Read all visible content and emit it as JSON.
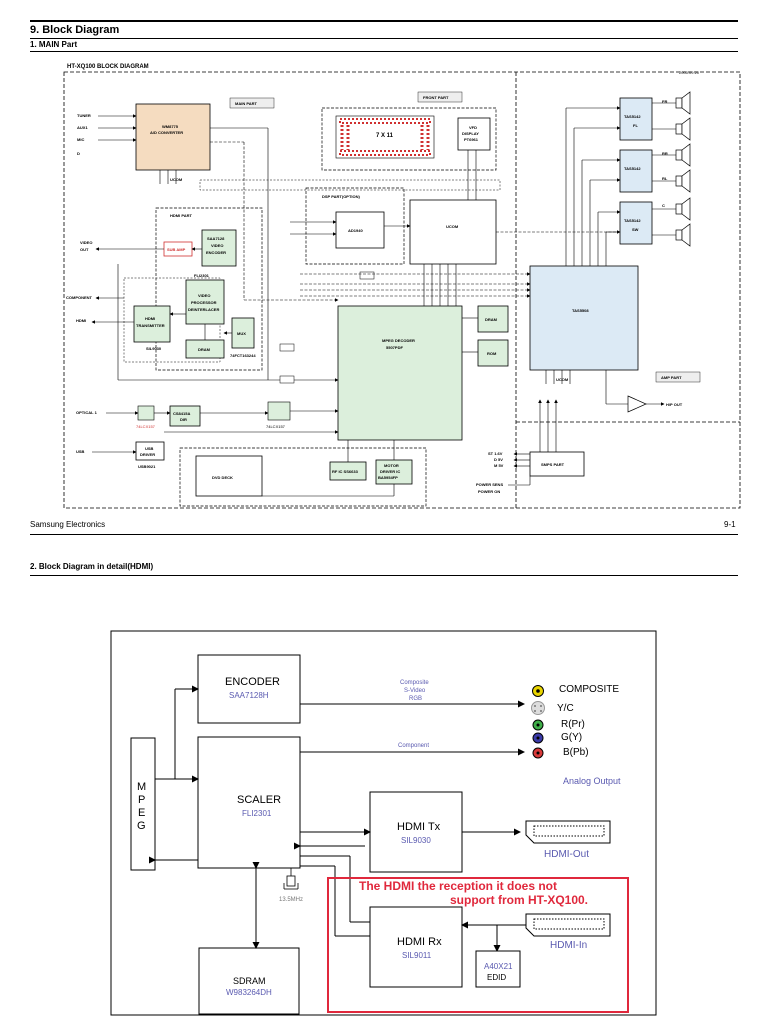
{
  "header": {
    "section_title": "9. Block Diagram",
    "subsection_title": "1. MAIN Part"
  },
  "main_diagram": {
    "title": "HT-XQ100 BLOCK DIAGRAM",
    "date": "2005.09.20",
    "part_labels": {
      "main": "MAIN PART",
      "front": "FRONT PART",
      "dsp": "DSP PART(OPTION)",
      "hdmi": "HDMI PART",
      "amp": "AMP PART"
    },
    "inputs": [
      "TUNER",
      "AUX1",
      "MIC",
      "D"
    ],
    "ad_converter": {
      "chip": "WM8775",
      "name": "A/D CONVERTER"
    },
    "front": {
      "matrix": "7 X 11",
      "vfd_line1": "VFD",
      "vfd_line2": "DISPLAY",
      "vfd_line3": "PT6961"
    },
    "dsp": "AD1940",
    "ucom": "UCOM",
    "mpeg": {
      "line1": "MPEG DECODER",
      "line2": "5507PDF"
    },
    "dram": "DRAM",
    "rom": "ROM",
    "video_encoder": {
      "chip": "SAA7128",
      "line2": "VIDEO",
      "line3": "ENCODER"
    },
    "sub_amp": "SUB AMP",
    "video_out": [
      "VIDEO",
      "OUT"
    ],
    "component": "COMPONENT",
    "video_processor": {
      "chip": "FLI2301",
      "line1": "VIDEO",
      "line2": "PROCESSOR",
      "line3": "DEINTERLACER"
    },
    "hdmi_transmitter": {
      "line1": "HDMI",
      "line2": "TRANSMITTER",
      "chip": "SIL9030"
    },
    "hdmi_side": "HDMI",
    "hdmi_dram": "DRAM",
    "mux": "MUX",
    "mux_chip": "74FCT163244",
    "optical": "OPTICAL 1",
    "optical_chip": "74LCX157",
    "dir": {
      "line1": "CS8415A",
      "line2": "DIR"
    },
    "mux2_chip": "74LCX157",
    "usb": "USB",
    "usb_driver": {
      "line1": "USB",
      "line2": "DRIVER",
      "chip": "USB9021"
    },
    "dvd_deck": "DVD DECK",
    "rf_chip": "RF IC SS6633",
    "motor": {
      "line1": "MOTOR",
      "line2": "DRIVER IC",
      "line3": "BA5954FP"
    },
    "amp_chips": [
      "TAS5142",
      "TAS5142",
      "TAS5142"
    ],
    "amp_channels": [
      "FL",
      "FR",
      "RR",
      "RL",
      "C",
      "SW"
    ],
    "tas5508": "TAS5508",
    "smps": "SMPS PART",
    "smps_inputs": [
      "ST 1.6V",
      "D 5V",
      "M 5V",
      "POWER SENS",
      "POWER ON"
    ],
    "hp_out": "H/P OUT",
    "ucom_small": "UCOM"
  },
  "footer": {
    "company": "Samsung Electronics",
    "page": "9-1"
  },
  "hdmi_section": {
    "title": "2.  Block Diagram in detail(HDMI)",
    "mpeg_letters": [
      "M",
      "P",
      "E",
      "G"
    ],
    "encoder": {
      "name": "ENCODER",
      "chip": "SAA7128H"
    },
    "scaler": {
      "name": "SCALER",
      "chip": "FLI2301"
    },
    "sdram": {
      "name": "SDRAM",
      "chip": "W983264DH"
    },
    "hdmi_tx": {
      "name": "HDMI Tx",
      "chip": "SIL9030"
    },
    "hdmi_rx": {
      "name": "HDMI Rx",
      "chip": "SIL9011"
    },
    "edid": {
      "chip": "A40X21",
      "name": "EDID"
    },
    "crystal": "13.5MHz",
    "signal_labels": [
      "Composite",
      "S-Video",
      "RGB"
    ],
    "component_label": "Component",
    "outputs": [
      "COMPOSITE",
      "Y/C",
      "R(Pr)",
      "G(Y)",
      "B(Pb)"
    ],
    "analog_output": "Analog Output",
    "hdmi_out": "HDMI-Out",
    "hdmi_in": "HDMI-In",
    "note_line1": "The HDMI the reception it does not",
    "note_line2": "support from HT-XQ100.",
    "colors": {
      "chip_text": "#5a5ab0",
      "note": "#e0283c",
      "box_fill": "#dcefdc",
      "amp_fill": "#dceaf5",
      "ad_fill": "#f5dcc0"
    }
  }
}
